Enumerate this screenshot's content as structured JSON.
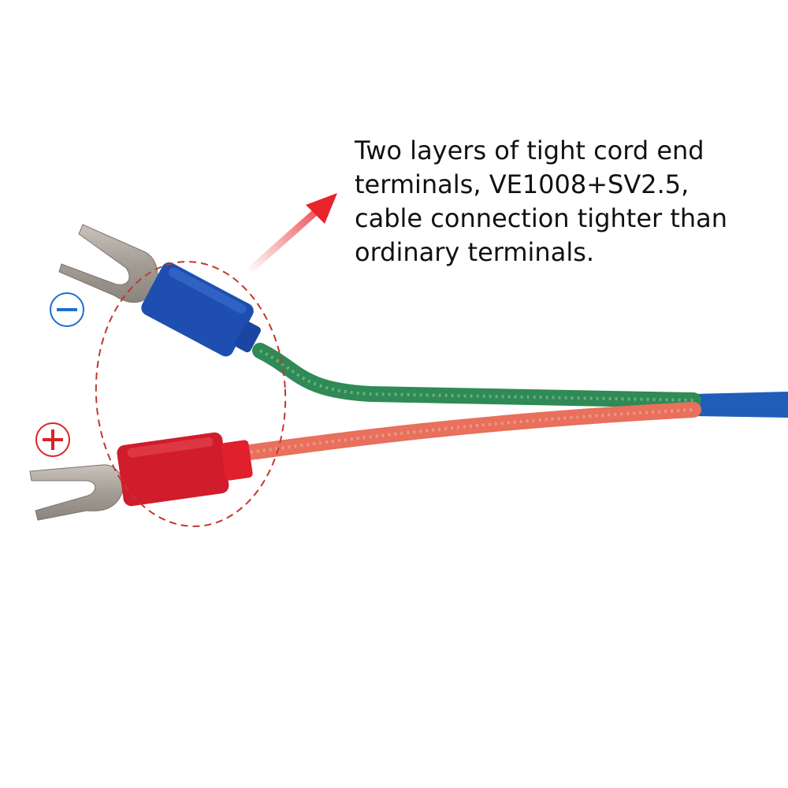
{
  "caption": {
    "lines": [
      "Two layers of tight cord end",
      "terminals, VE1008+SV2.5,",
      "cable connection tighter than",
      "ordinary terminals."
    ]
  },
  "polarity": {
    "negative_symbol": "−",
    "positive_symbol": "+",
    "negative_color": "#1a6fd0",
    "positive_color": "#d8232a"
  },
  "colors": {
    "blue_sleeve": "#1e4fb0",
    "red_sleeve": "#d01c2c",
    "green_wire": "#2f8a55",
    "red_wire": "#e8705c",
    "highlight_dash": "#c0392b",
    "arrow": "#e8242a"
  }
}
